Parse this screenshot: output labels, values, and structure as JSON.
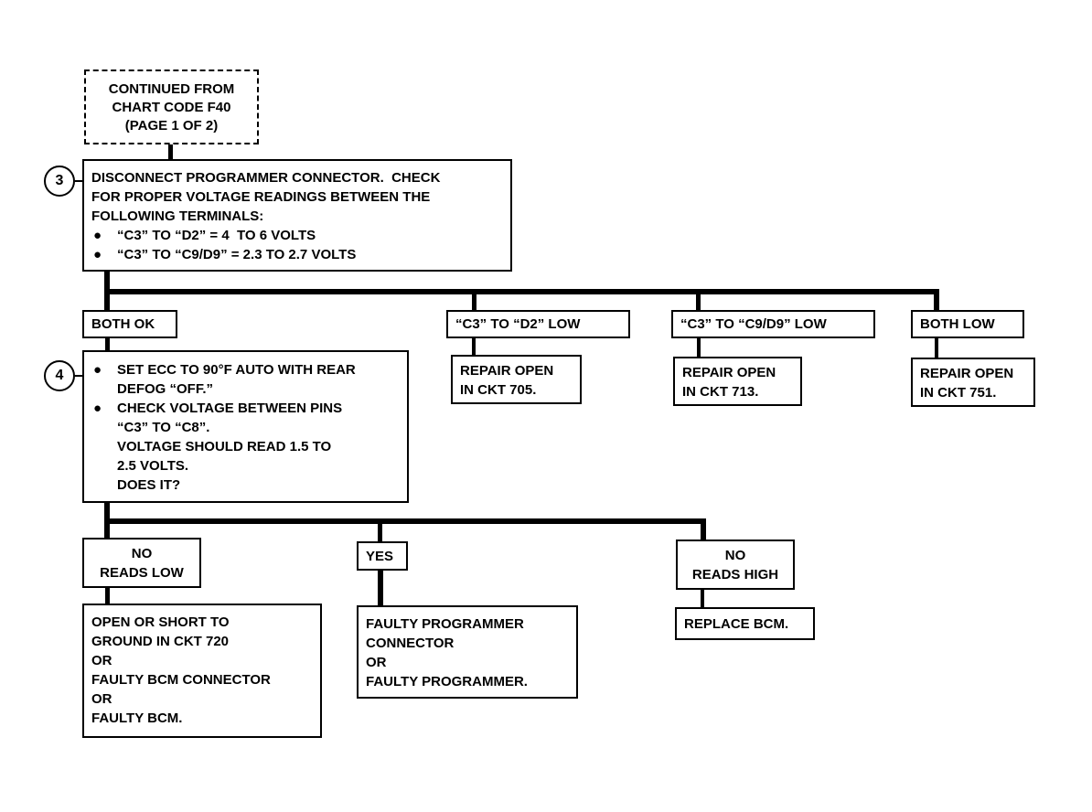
{
  "start_box": {
    "lines": [
      "CONTINUED FROM",
      "CHART CODE F40",
      "(PAGE 1 OF 2)"
    ]
  },
  "step3": {
    "number": "3",
    "lines": [
      "DISCONNECT PROGRAMMER CONNECTOR.  CHECK",
      "FOR PROPER VOLTAGE READINGS BETWEEN THE",
      "FOLLOWING TERMINALS:"
    ],
    "bullets": [
      "“C3” TO “D2” = 4  TO 6 VOLTS",
      "“C3” TO “C9/D9” = 2.3 TO 2.7 VOLTS"
    ],
    "bullet_symbol": "●"
  },
  "branch1": {
    "both_ok": "BOTH OK",
    "d2_low": "“C3” TO “D2” LOW",
    "c9_low": "“C3” TO “C9/D9” LOW",
    "both_low": "BOTH LOW"
  },
  "repairs": {
    "ckt705": [
      "REPAIR OPEN",
      "IN CKT 705."
    ],
    "ckt713": [
      "REPAIR OPEN",
      "IN CKT 713."
    ],
    "ckt751": [
      "REPAIR OPEN",
      "IN CKT 751."
    ]
  },
  "step4": {
    "number": "4",
    "bullet1": [
      "SET ECC TO 90°F AUTO WITH REAR",
      "DEFOG “OFF.”"
    ],
    "bullet2": [
      "CHECK VOLTAGE BETWEEN PINS",
      "“C3” TO “C8”.",
      "VOLTAGE SHOULD READ 1.5 TO",
      "2.5 VOLTS.",
      "DOES IT?"
    ],
    "bullet_symbol": "●"
  },
  "branch2": {
    "no_low": [
      "NO",
      "READS LOW"
    ],
    "yes": "YES",
    "no_high": [
      "NO",
      "READS HIGH"
    ]
  },
  "results": {
    "open_short": [
      "OPEN OR SHORT TO",
      "GROUND IN CKT 720",
      "OR",
      "FAULTY BCM CONNECTOR",
      "OR",
      "FAULTY BCM."
    ],
    "faulty_programmer": [
      "FAULTY PROGRAMMER",
      "CONNECTOR",
      "OR",
      "FAULTY PROGRAMMER."
    ],
    "replace_bcm": "REPLACE BCM."
  }
}
